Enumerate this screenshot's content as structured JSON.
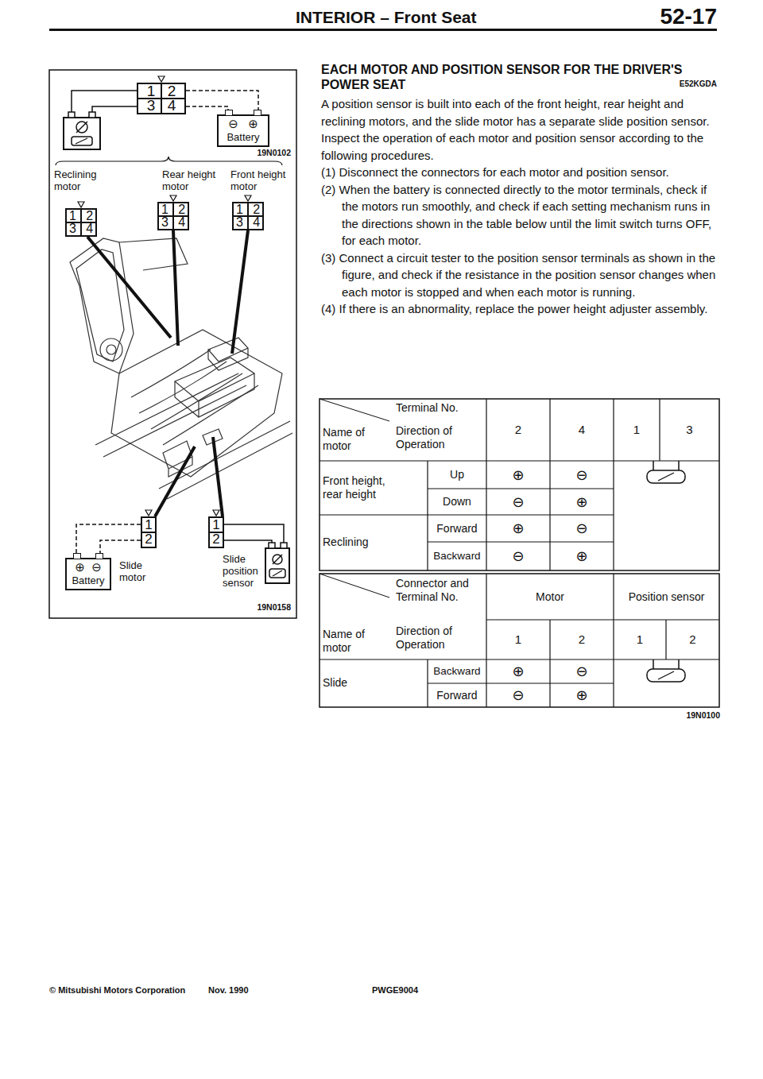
{
  "diagram": {
    "title": "INTERIOR – Front Seat",
    "nodes": [
      {
        "text": [
          "1 2 3 4"
        ]
      },
      {
        "text": [
          "⊖",
          "⊕",
          "Battery"
        ]
      },
      {
        "text": [
          "1 2 3 4"
        ]
      },
      {
        "text": [
          "1 2 3 4"
        ]
      },
      {
        "text": [
          "1 2 3 4"
        ]
      },
      {
        "text": [
          "1 2"
        ]
      },
      {
        "text": [
          "⊕",
          "⊖",
          "Battery"
        ]
      },
      {
        "text": [
          "1 2"
        ]
      }
    ],
    "edges": [
      {
        "from": 0,
        "to": 1,
        "arrow": "none"
      },
      {
        "from": 0,
        "to": 1,
        "arrow": "none"
      },
      {
        "from": 5,
        "to": 6,
        "arrow": "none"
      },
      {
        "from": 5,
        "to": 6,
        "arrow": "none"
      }
    ],
    "labels": [
      "52-17",
      "19N0102",
      "Reclining motor",
      "Rear height motor",
      "Front height motor",
      "Slide motor",
      "Slide position sensor",
      "19N0158",
      "EACH MOTOR AND POSITION SENSOR FOR THE DRIVER'S POWER SEAT",
      "E52KGDA",
      "A position sensor is built into each of the front height, rear height and reclining motors, and the slide motor has a separate slide position sensor. Inspect the operation of each motor and position sensor according to the following procedures.",
      "(1) Disconnect the connectors for each motor and position sensor.",
      "(2) When the battery is connected directly to the motor terminals, check if the motors run smoothly, and check if each setting mechanism runs in the directions shown in the table below until the limit switch turns OFF, for each motor.",
      "(3) Connect a circuit tester to the position sensor terminals as shown in the figure, and check if the resistance in the position sensor changes when each motor is stopped and when each motor is running.",
      "(4) If there is an abnormality, replace the power height adjuster assembly.",
      "Terminal No.",
      "Name of motor",
      "Direction of Operation",
      "2",
      "4",
      "1",
      "3",
      "Front height, rear height",
      "Up",
      "⊕",
      "⊖",
      "Down",
      "⊖",
      "⊕",
      "Reclining",
      "Forward",
      "⊕",
      "⊖",
      "Backward",
      "⊖",
      "⊕",
      "Connector and Terminal No.",
      "Motor",
      "Position sensor",
      "Name of motor",
      "Direction of Operation",
      "1",
      "2",
      "1",
      "2",
      "Slide",
      "Backward",
      "⊕",
      "⊖",
      "Forward",
      "⊖",
      "⊕",
      "19N0100",
      "© Mitsubishi Motors Corporation",
      "Nov. 1990",
      "PWGE9004"
    ]
  }
}
